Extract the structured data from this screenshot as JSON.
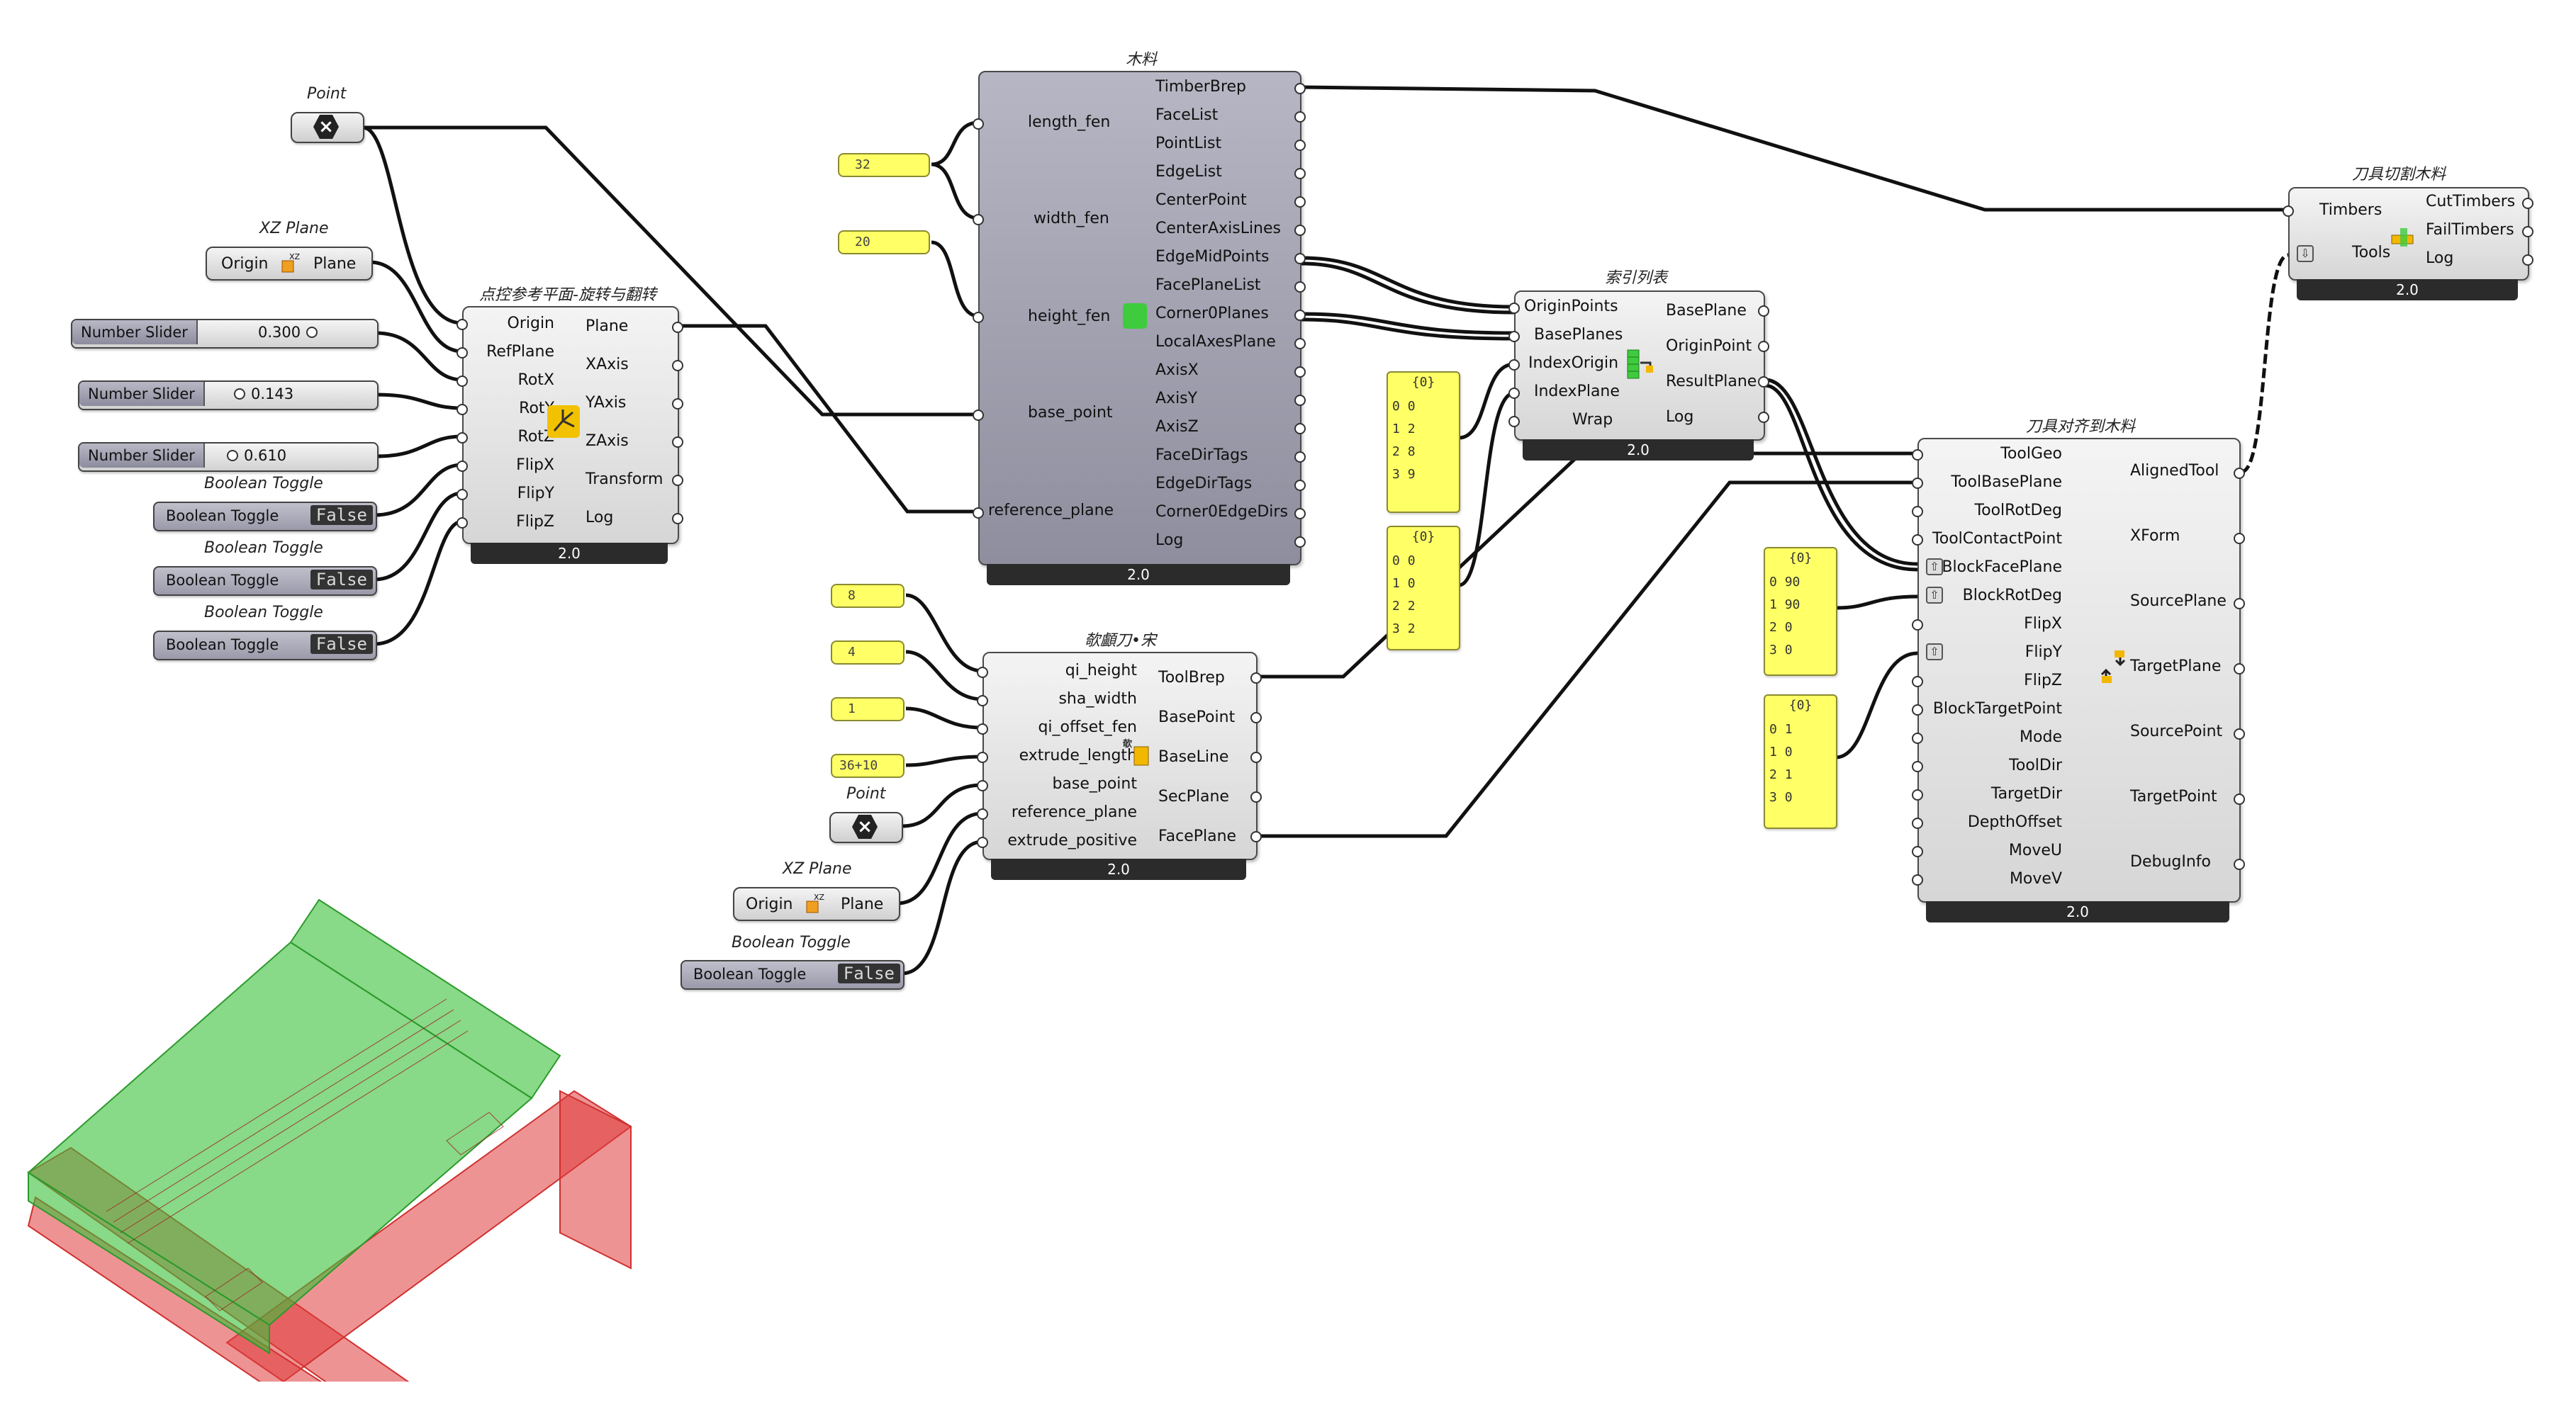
{
  "colors": {
    "wire": "#111111",
    "panel": "#ffff66",
    "green_mesh": "#38c038",
    "red_mesh": "#e03a3a"
  },
  "point_a": {
    "title": "Point",
    "icon": "x-hex-icon"
  },
  "point_b": {
    "title": "Point",
    "icon": "x-hex-icon"
  },
  "xz_plane_a": {
    "title": "XZ Plane",
    "input": "Origin",
    "output": "Plane",
    "icon": "xz-plane-icon"
  },
  "xz_plane_b": {
    "title": "XZ Plane",
    "input": "Origin",
    "output": "Plane",
    "icon": "xz-plane-icon"
  },
  "sliders": [
    {
      "name": "Number Slider",
      "value": "0.300"
    },
    {
      "name": "Number Slider",
      "value": "0.143"
    },
    {
      "name": "Number Slider",
      "value": "0.610"
    }
  ],
  "toggles": [
    {
      "title": "Boolean Toggle",
      "name": "Boolean Toggle",
      "value": "False"
    },
    {
      "title": "Boolean Toggle",
      "name": "Boolean Toggle",
      "value": "False"
    },
    {
      "title": "Boolean Toggle",
      "name": "Boolean Toggle",
      "value": "False"
    },
    {
      "title": "Boolean Toggle",
      "name": "Boolean Toggle",
      "value": "False"
    }
  ],
  "plane_comp": {
    "title": "点控参考平面-旋转与翻转",
    "inputs": [
      "Origin",
      "RefPlane",
      "RotX",
      "RotY",
      "RotZ",
      "FlipX",
      "FlipY",
      "FlipZ"
    ],
    "outputs": [
      "Plane",
      "XAxis",
      "YAxis",
      "ZAxis",
      "Transform",
      "Log"
    ],
    "version": "2.0"
  },
  "timber_comp": {
    "title": "木料",
    "inputs": [
      "length_fen",
      "width_fen",
      "height_fen",
      "base_point",
      "reference_plane"
    ],
    "outputs": [
      "TimberBrep",
      "FaceList",
      "PointList",
      "EdgeList",
      "CenterPoint",
      "CenterAxisLines",
      "EdgeMidPoints",
      "FacePlaneList",
      "Corner0Planes",
      "LocalAxesPlane",
      "AxisX",
      "AxisY",
      "AxisZ",
      "FaceDirTags",
      "EdgeDirTags",
      "Corner0EdgeDirs",
      "Log"
    ],
    "version": "2.0"
  },
  "num_panels": [
    "32",
    "20",
    "8",
    "4",
    "1",
    "36+10"
  ],
  "tool_comp": {
    "title": "欹顱刀•宋",
    "inputs": [
      "qi_height",
      "sha_width",
      "qi_offset_fen",
      "extrude_length",
      "base_point",
      "reference_plane",
      "extrude_positive"
    ],
    "outputs": [
      "ToolBrep",
      "BasePoint",
      "BaseLine",
      "SecPlane",
      "FacePlane"
    ],
    "version": "2.0"
  },
  "index_comp": {
    "title": "索引列表",
    "inputs": [
      "OriginPoints",
      "BasePlanes",
      "IndexOrigin",
      "IndexPlane",
      "Wrap"
    ],
    "outputs": [
      "BasePlane",
      "OriginPoint",
      "ResultPlane",
      "Log"
    ],
    "version": "2.0"
  },
  "list_panels": [
    {
      "header": "{0}",
      "rows": [
        [
          "0",
          "0"
        ],
        [
          "1",
          "2"
        ],
        [
          "2",
          "8"
        ],
        [
          "3",
          "9"
        ]
      ]
    },
    {
      "header": "{0}",
      "rows": [
        [
          "0",
          "0"
        ],
        [
          "1",
          "0"
        ],
        [
          "2",
          "2"
        ],
        [
          "3",
          "2"
        ]
      ]
    },
    {
      "header": "{0}",
      "rows": [
        [
          "0",
          "90"
        ],
        [
          "1",
          "90"
        ],
        [
          "2",
          "0"
        ],
        [
          "3",
          "0"
        ]
      ]
    },
    {
      "header": "{0}",
      "rows": [
        [
          "0",
          "1"
        ],
        [
          "1",
          "0"
        ],
        [
          "2",
          "1"
        ],
        [
          "3",
          "0"
        ]
      ]
    }
  ],
  "align_comp": {
    "title": "刀具对齐到木料",
    "inputs": [
      "ToolGeo",
      "ToolBasePlane",
      "ToolRotDeg",
      "ToolContactPoint",
      "BlockFacePlane",
      "BlockRotDeg",
      "FlipX",
      "FlipY",
      "FlipZ",
      "BlockTargetPoint",
      "Mode",
      "ToolDir",
      "TargetDir",
      "DepthOffset",
      "MoveU",
      "MoveV"
    ],
    "outputs": [
      "AlignedTool",
      "XForm",
      "SourcePlane",
      "TargetPlane",
      "SourcePoint",
      "TargetPoint",
      "DebugInfo"
    ],
    "version": "2.0"
  },
  "cut_comp": {
    "title": "刀具切割木料",
    "inputs": [
      "Timbers",
      "Tools"
    ],
    "outputs": [
      "CutTimbers",
      "FailTimbers",
      "Log"
    ],
    "version": "2.0"
  }
}
